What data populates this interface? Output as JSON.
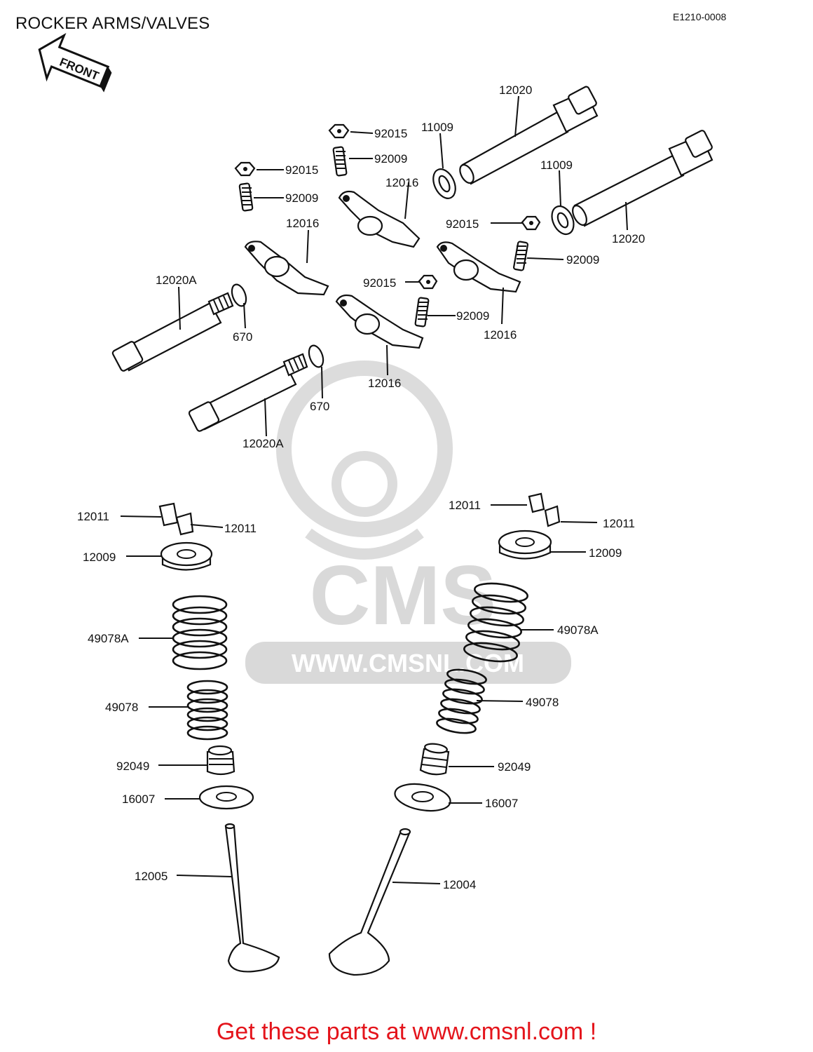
{
  "header": {
    "title": "ROCKER ARMS/VALVES",
    "diagram_code": "E1210-0008"
  },
  "front_arrow": {
    "label": "FRONT"
  },
  "watermark": {
    "brand": "CMS",
    "url": "WWW.CMSNL.COM"
  },
  "promo": {
    "text": "Get these parts at www.cmsnl.com !"
  },
  "labels": {
    "shaft_right_top": "12020",
    "shaft_right_bottom": "12020",
    "washer_right_top": "11009",
    "washer_right_bottom": "11009",
    "nut_top_center": "92015",
    "nut_top_left": "92015",
    "nut_right": "92015",
    "nut_center": "92015",
    "screw_top_center": "92009",
    "screw_top_left": "92009",
    "screw_right": "92009",
    "screw_center": "92009",
    "rocker_top_center": "12016",
    "rocker_left": "12016",
    "rocker_right": "12016",
    "rocker_bottom": "12016",
    "shaft_left_top": "12020A",
    "shaft_left_bottom": "12020A",
    "oring_top": "670",
    "oring_bottom": "670",
    "cotter_left_a": "12011",
    "cotter_left_b": "12011",
    "cotter_right_a": "12011",
    "cotter_right_b": "12011",
    "retainer_left": "12009",
    "retainer_right": "12009",
    "outer_spring_left": "49078A",
    "outer_spring_right": "49078A",
    "inner_spring_left": "49078",
    "inner_spring_right": "49078",
    "seal_left": "92049",
    "seal_right": "92049",
    "seat_left": "16007",
    "seat_right": "16007",
    "valve_left": "12005",
    "valve_right": "12004"
  }
}
